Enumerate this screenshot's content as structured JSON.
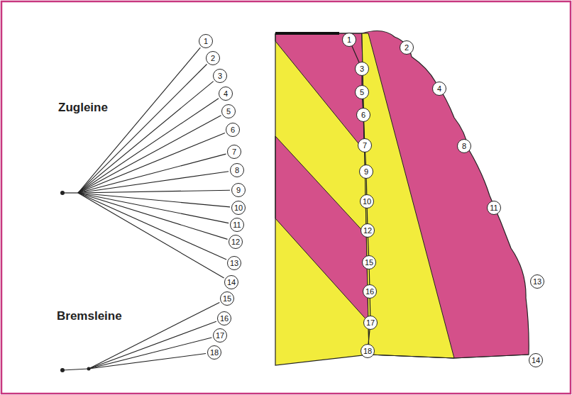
{
  "diagram": {
    "nodes": [
      {
        "text": [
          "1"
        ]
      },
      {
        "text": [
          "2"
        ]
      },
      {
        "text": [
          "3"
        ]
      },
      {
        "text": [
          "4"
        ]
      },
      {
        "text": [
          "5"
        ]
      },
      {
        "text": [
          "6"
        ]
      },
      {
        "text": [
          "7"
        ]
      },
      {
        "text": [
          "8"
        ]
      },
      {
        "text": [
          "9"
        ]
      },
      {
        "text": [
          "10"
        ]
      },
      {
        "text": [
          "11"
        ]
      },
      {
        "text": [
          "12"
        ]
      },
      {
        "text": [
          "13"
        ]
      },
      {
        "text": [
          "14"
        ]
      },
      {
        "text": [
          "15"
        ]
      },
      {
        "text": [
          "16"
        ]
      },
      {
        "text": [
          "17"
        ]
      },
      {
        "text": [
          "18"
        ]
      },
      {
        "text": [
          "1"
        ]
      },
      {
        "text": [
          "3"
        ]
      },
      {
        "text": [
          "5"
        ]
      },
      {
        "text": [
          "6"
        ]
      },
      {
        "text": [
          "7"
        ]
      },
      {
        "text": [
          "9"
        ]
      },
      {
        "text": [
          "10"
        ]
      },
      {
        "text": [
          "12"
        ]
      },
      {
        "text": [
          "15"
        ]
      },
      {
        "text": [
          "16"
        ]
      },
      {
        "text": [
          "17"
        ]
      },
      {
        "text": [
          "18"
        ]
      },
      {
        "text": [
          "2"
        ]
      },
      {
        "text": [
          "4"
        ]
      },
      {
        "text": [
          "8"
        ]
      },
      {
        "text": [
          "11"
        ]
      },
      {
        "text": [
          "13"
        ]
      },
      {
        "text": [
          "14"
        ]
      }
    ],
    "labels": [
      "Zugleine",
      "Bremsleine"
    ]
  }
}
